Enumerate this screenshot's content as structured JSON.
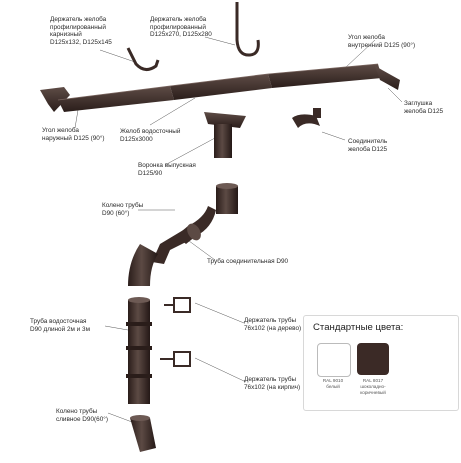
{
  "labels": {
    "gutter_eaves": "Держатель желоба\nпрофилированный\nкарнизный\nD125x132, D125x145",
    "gutter_hook": "Держатель желоба\nпрофилированный\nD125x270, D125x280",
    "inner_corner": "Угол желоба\nвнутренний D125 (90°)",
    "end_cap": "Заглушка\nжелоба D125",
    "outer_corner": "Угол желоба\nнаружный D125 (90°)",
    "gutter": "Желоб водосточный\nD125x3000",
    "connector": "Соединитель\nжелоба D125",
    "outlet": "Воронка выпускная\nD125/90",
    "elbow": "Колено трубы\nD90 (60°)",
    "pipe_connector": "Труба соединительная D90",
    "pipe_wood": "Держатель трубы\n76x102 (на дерево)",
    "downpipe": "Труба водосточная\nD90 длиной 2м и 3м",
    "pipe_brick": "Держатель трубы\n76x102 (на кирпич)",
    "drain_elbow": "Колено трубы\nсливное D90(60°)"
  },
  "colors_panel": {
    "title": "Стандартные цвета:",
    "swatches": [
      {
        "code": "RAL 9010",
        "name": "белый",
        "color": "#ffffff"
      },
      {
        "code": "RAL 8017",
        "name": "шоколадно-\nкоричневый",
        "color": "#3b2a26"
      }
    ]
  },
  "palette": {
    "product": "#3a2a26",
    "highlight": "#6d5a54",
    "line": "#4a4a4a"
  }
}
